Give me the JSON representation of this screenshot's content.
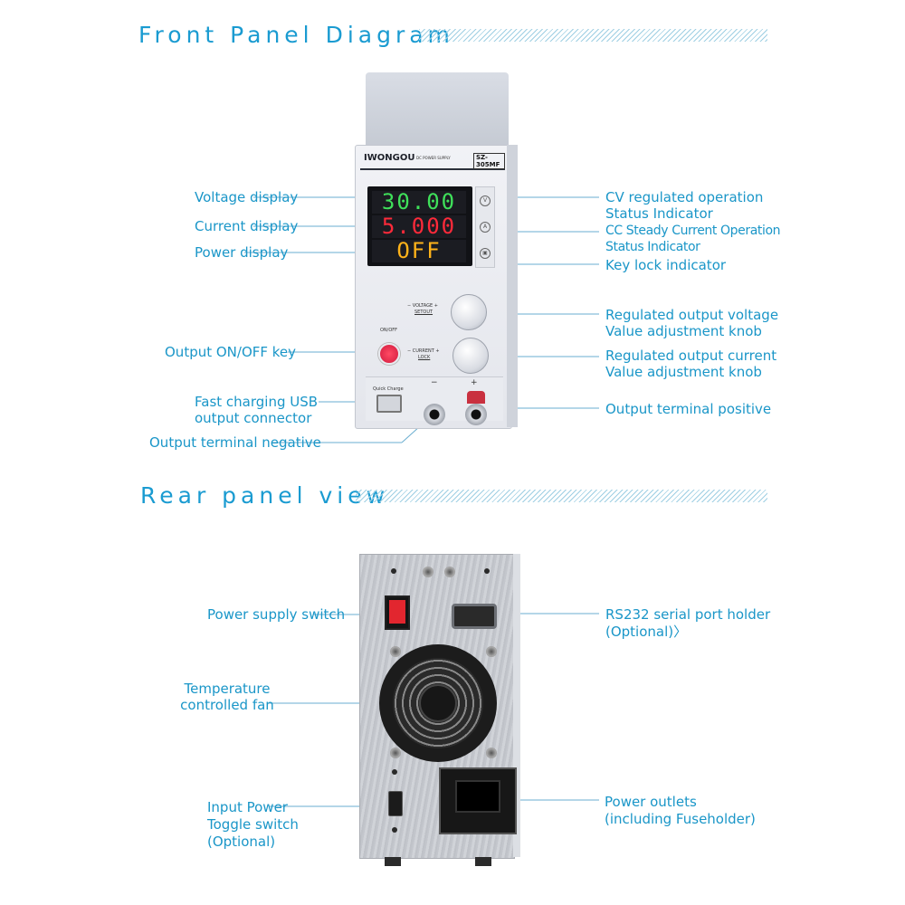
{
  "sections": {
    "front_title": "Front Panel Diagram",
    "rear_title": "Rear panel view"
  },
  "front_labels": {
    "voltage_display": "Voltage display",
    "current_display": "Current display",
    "power_display": "Power display",
    "output_onoff_key": "Output ON/OFF key",
    "usb_line1": "Fast charging USB",
    "usb_line2": "output connector",
    "terminal_negative": "Output terminal negative",
    "cv_line1": "CV regulated operation",
    "cv_line2": "Status Indicator",
    "cc_line1": "CC Steady Current Operation",
    "cc_line2": "Status Indicator",
    "key_lock": "Key lock indicator",
    "voltage_knob_line1": "Regulated output voltage",
    "voltage_knob_line2": "Value adjustment knob",
    "current_knob_line1": "Regulated output current",
    "current_knob_line2": "Value adjustment knob",
    "terminal_positive": "Output terminal positive"
  },
  "rear_labels": {
    "power_switch": "Power supply switch",
    "fan_line1": "Temperature",
    "fan_line2": "controlled fan",
    "toggle_line1": "Input Power",
    "toggle_line2": "Toggle switch",
    "toggle_line3": "(Optional)",
    "rs232_line1": "RS232 serial port holder",
    "rs232_line2": "(Optional)〉",
    "outlets_line1": "Power outlets",
    "outlets_line2": "(including Fuseholder)"
  },
  "device": {
    "brand": "IWONGOU",
    "brand_sub": "DC POWER SUPPLY",
    "model": "SZ-305MF",
    "display_voltage": "30.00",
    "display_current": "5.000",
    "display_power": "OFF",
    "ind_v": "V",
    "ind_a": "A",
    "ind_lock": "▣",
    "voltage_ctl": "− VOLTAGE +",
    "setout": "SETOUT",
    "current_ctl": "− CURRENT +",
    "lock": "LOCK",
    "onoff": "ON/OFF",
    "quick_charge": "Quick Charge",
    "minus": "−",
    "plus": "+"
  },
  "colors": {
    "accent": "#1a9bd1",
    "voltage_digits": "#3fe05a",
    "current_digits": "#ff2a3a",
    "power_digits": "#ffb31a"
  }
}
